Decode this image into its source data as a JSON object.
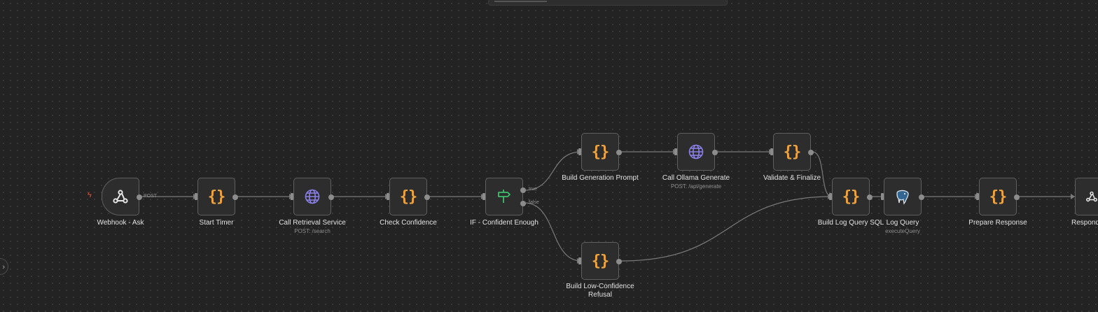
{
  "canvas": {
    "background": "#232323",
    "accent_code": "#f0a33a",
    "accent_http": "#8a7fe8",
    "accent_if": "#3fbf6a",
    "accent_trigger": "#e0573a"
  },
  "nodes": {
    "webhook": {
      "label": "Webhook - Ask",
      "icon": "webhook-icon",
      "out_label": "POST"
    },
    "start_timer": {
      "label": "Start Timer",
      "icon": "code-icon"
    },
    "call_retrieval": {
      "label": "Call Retrieval Service",
      "sub": "POST: /search",
      "icon": "globe-icon"
    },
    "check_confidence": {
      "label": "Check Confidence",
      "icon": "code-icon"
    },
    "if_confident": {
      "label": "IF - Confident Enough",
      "icon": "signpost-icon",
      "true_label": "true",
      "false_label": "false"
    },
    "build_generation": {
      "label": "Build Generation Prompt",
      "icon": "code-icon"
    },
    "call_ollama": {
      "label": "Call Ollama Generate",
      "sub": "POST: /api/generate",
      "icon": "globe-icon"
    },
    "validate": {
      "label": "Validate & Finalize",
      "icon": "code-icon"
    },
    "build_low_conf": {
      "label": "Build Low-Confidence Refusal",
      "icon": "code-icon"
    },
    "build_log_sql": {
      "label": "Build Log Query SQL",
      "icon": "code-icon"
    },
    "log_query": {
      "label": "Log Query",
      "sub": "executeQuery",
      "icon": "postgres-elephant-icon"
    },
    "prepare_response": {
      "label": "Prepare Response",
      "icon": "code-icon"
    },
    "respond": {
      "label": "Respond",
      "icon": "webhook-icon"
    }
  },
  "code_glyph": "{}"
}
